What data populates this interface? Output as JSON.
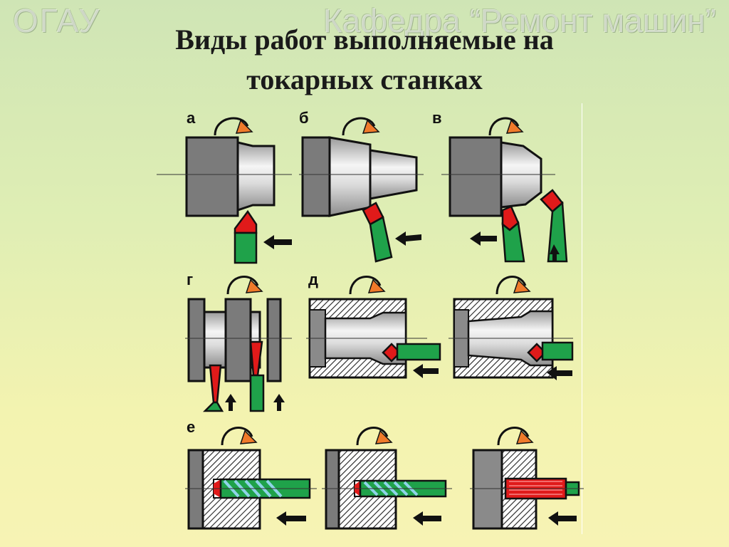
{
  "header": {
    "org": "ОГАУ",
    "department": "Кафедра “Ремонт машин”"
  },
  "title": {
    "line1": "Виды работ выполняемые на",
    "line2": "токарных станках"
  },
  "figure": {
    "labels": {
      "a": "а",
      "b": "б",
      "v": "в",
      "g": "г",
      "d": "д",
      "e": "е"
    }
  },
  "colors": {
    "metal_dark": "#7b7b7b",
    "metal_light": "#e6e6e6",
    "tool_green": "#1fa24a",
    "tool_red": "#e01a1a",
    "arrow_orange": "#f07a2a",
    "outline": "#111111"
  }
}
